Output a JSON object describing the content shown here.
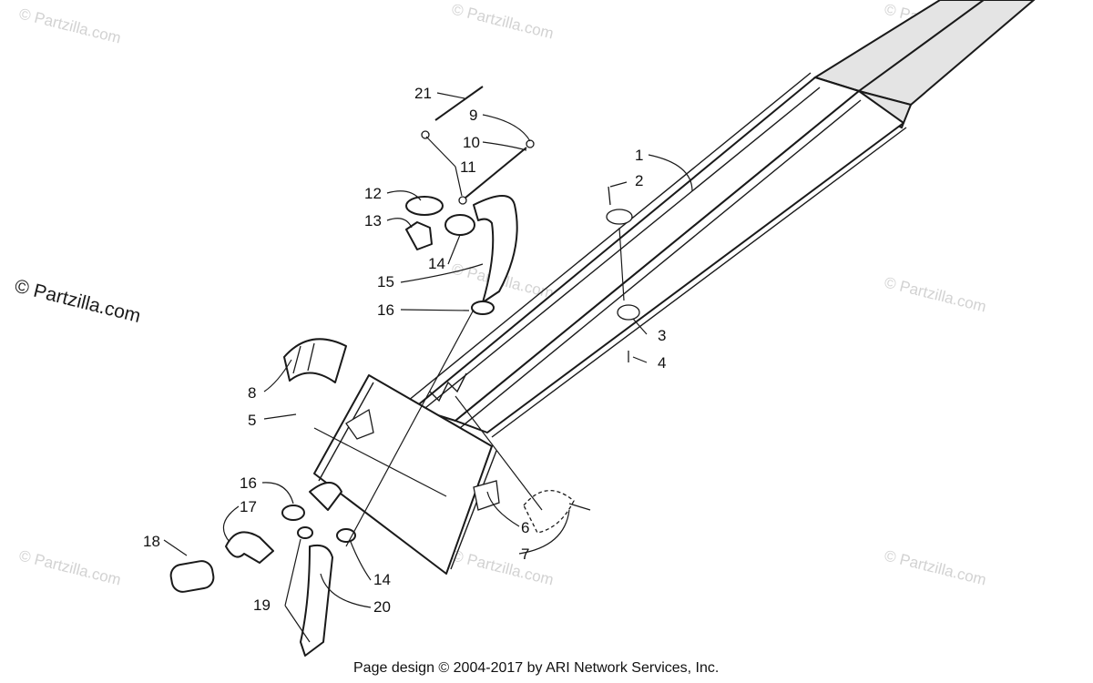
{
  "watermarks": {
    "small": "© Partzilla.com",
    "big": "© Partzilla.com"
  },
  "footer": "Page design © 2004-2017 by ARI Network Services, Inc.",
  "callouts": [
    "1",
    "2",
    "3",
    "4",
    "5",
    "6",
    "7",
    "8",
    "9",
    "10",
    "11",
    "12",
    "13",
    "14",
    "14",
    "15",
    "16",
    "16",
    "17",
    "18",
    "19",
    "20",
    "21"
  ]
}
